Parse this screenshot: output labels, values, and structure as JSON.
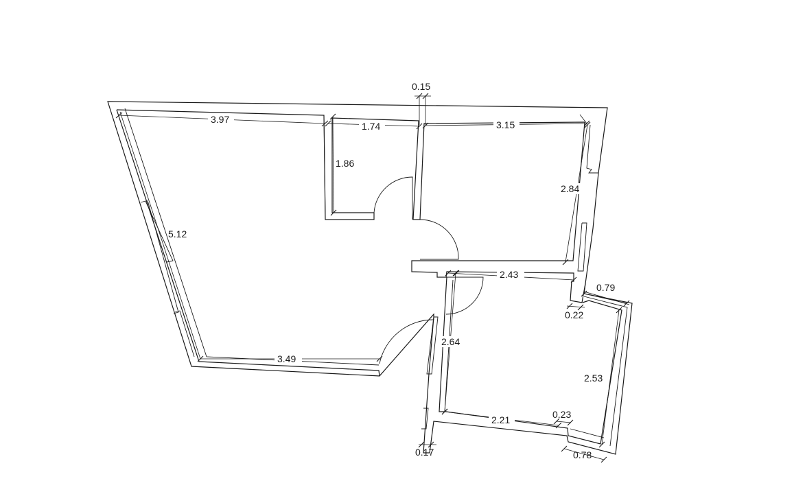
{
  "dimensions": {
    "d_397": "3.97",
    "d_174": "1.74",
    "d_015": "0.15",
    "d_315": "3.15",
    "d_186": "1.86",
    "d_284": "2.84",
    "d_512": "5.12",
    "d_243": "2.43",
    "d_079": "0.79",
    "d_022": "0.22",
    "d_264": "2.64",
    "d_253": "2.53",
    "d_349": "3.49",
    "d_221": "2.21",
    "d_023": "0.23",
    "d_017": "0.17",
    "d_078": "0.78"
  }
}
